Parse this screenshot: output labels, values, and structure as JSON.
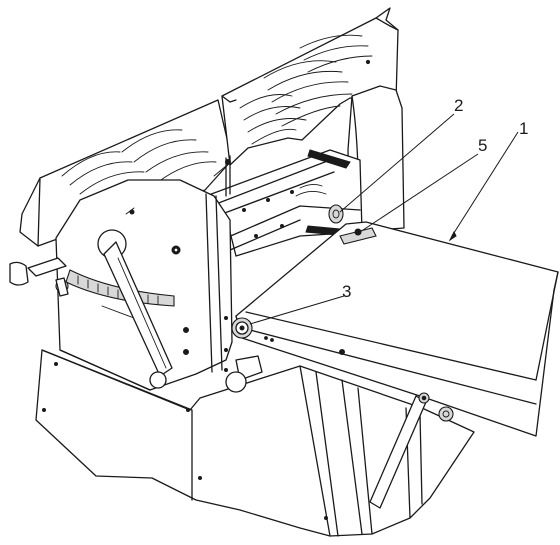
{
  "diagram": {
    "callouts": [
      {
        "id": "1",
        "label": "1"
      },
      {
        "id": "2",
        "label": "2"
      },
      {
        "id": "3",
        "label": "3"
      },
      {
        "id": "5",
        "label": "5"
      }
    ]
  }
}
